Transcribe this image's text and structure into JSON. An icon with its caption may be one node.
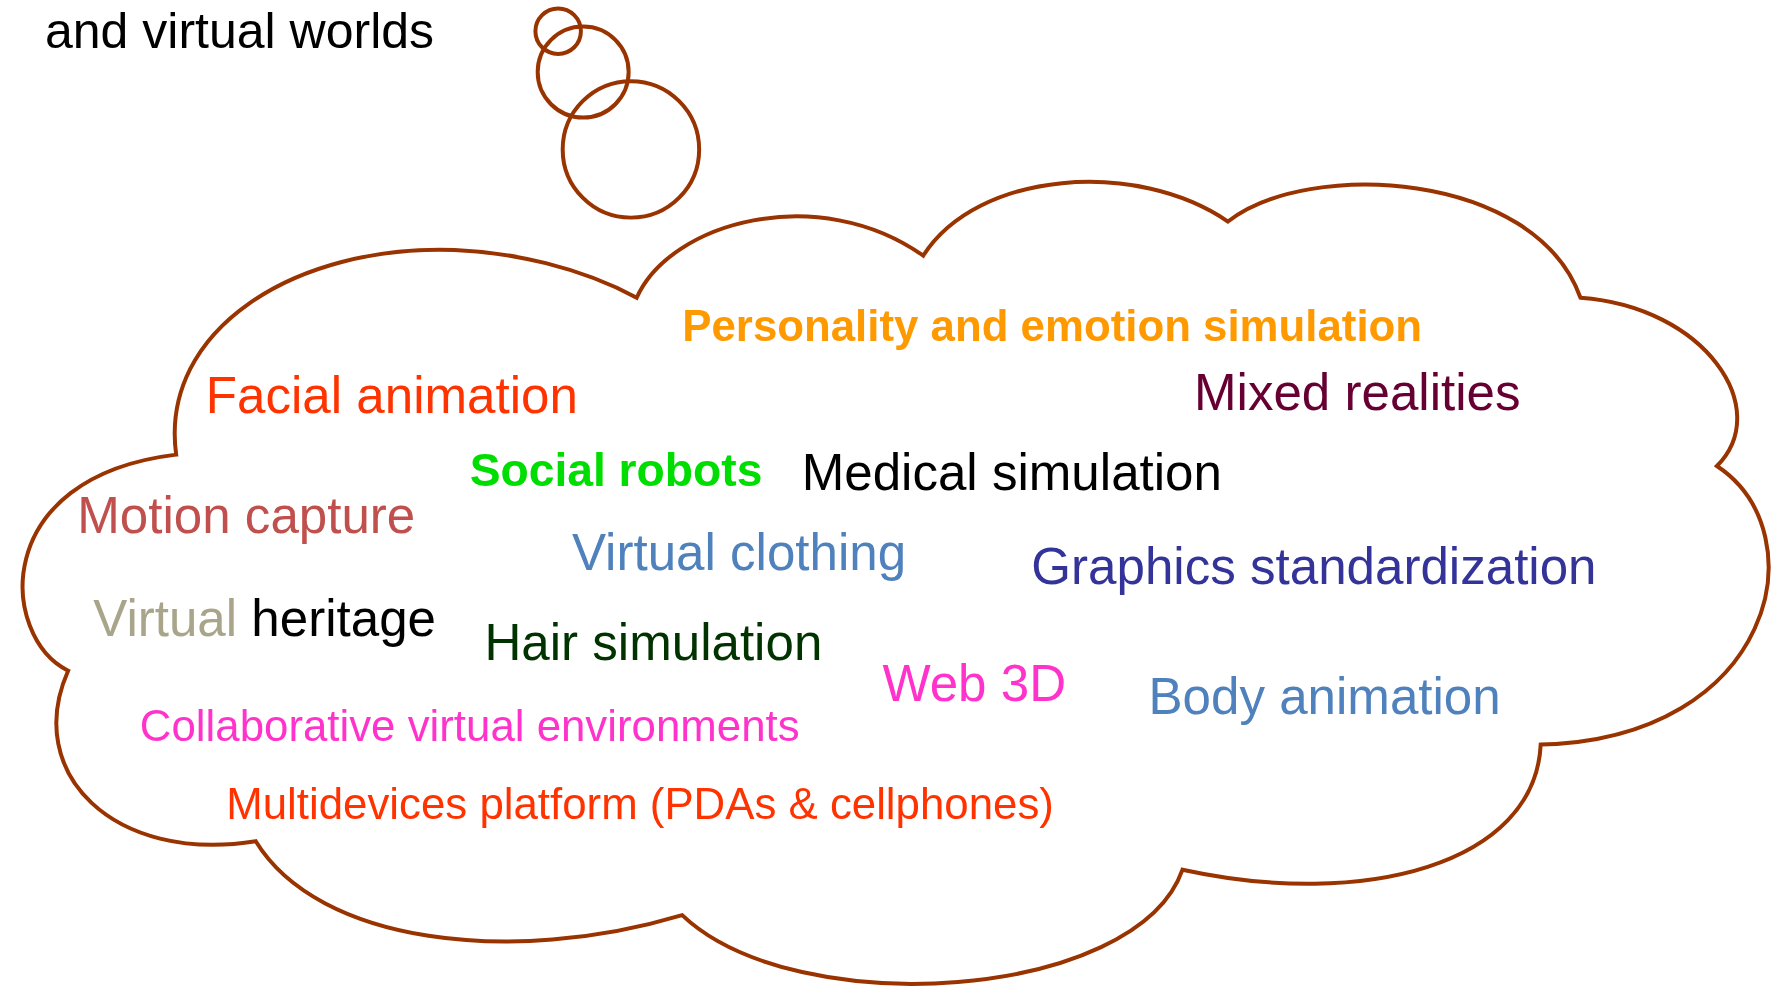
{
  "diagram": {
    "nodes": [
      {
        "text": [
          "Personality and emotion simulation",
          "Facial animation",
          "Mixed realities",
          "Social robots",
          "Medical simulation",
          "Motion capture",
          "Virtual clothing",
          "Graphics standardization",
          "Virtual heritage",
          "Hair simulation",
          "Web 3D",
          "Body animation",
          "Collaborative virtual environments",
          "Multidevices platform (PDAs & cellphones)"
        ]
      }
    ],
    "edges": [],
    "labels": [
      "and virtual worlds"
    ]
  }
}
